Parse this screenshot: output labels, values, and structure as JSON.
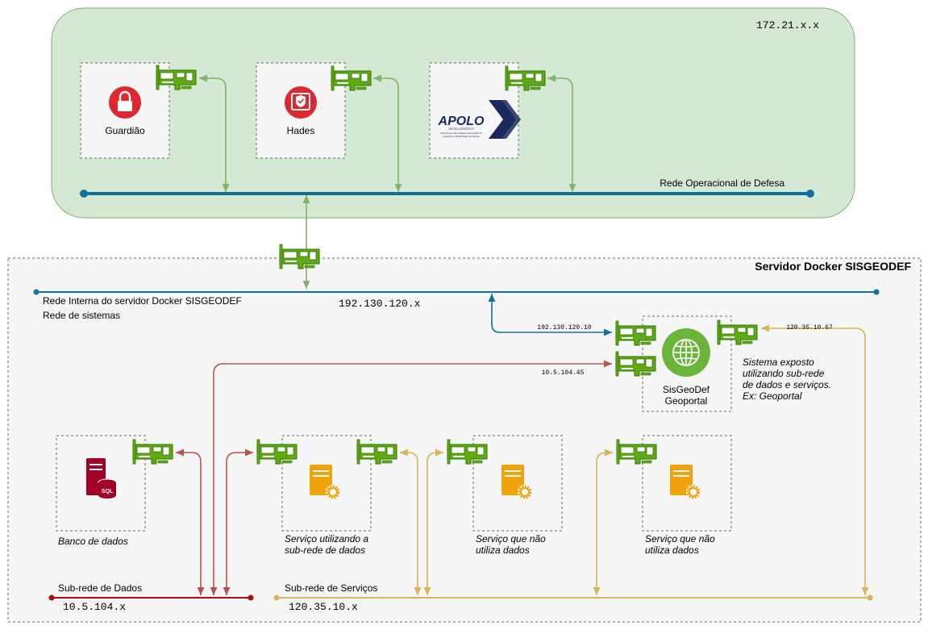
{
  "top_zone": {
    "subnet": "172.21.x.x",
    "network_label": "Rede Operacional de Defesa",
    "systems": [
      {
        "label": "Guardião",
        "icon": "lock-icon",
        "color": "#E0262F"
      },
      {
        "label": "Hades",
        "icon": "shield-check-icon",
        "color": "#E0262F"
      },
      {
        "label": "",
        "icon": "apolo-logo"
      }
    ],
    "apolo_logo": {
      "text": "APOLO",
      "tagline_1": "APOIO LOGÍSTICO",
      "tagline_2": "Sistema de Informações Gerenciais de",
      "tagline_3": "Logística e Mobilização de Defesa"
    }
  },
  "server": {
    "title": "Servidor Docker SISGEODEF",
    "internal_network_label": "Rede Interna do servidor Docker SISGEODEF",
    "systems_network_label": "Rede de sistemas",
    "internal_subnet": "192.130.120.x",
    "geoportal": {
      "label_line1": "SisGeoDef",
      "label_line2": "Geoportal",
      "ip_internal": "192.130.120.10",
      "ip_data": "10.5.104.45",
      "ip_services": "120.35.10.67",
      "note_lines": [
        "Sistema exposto",
        "utilizando sub-rede",
        "de dados e serviços.",
        "Ex: Geoportal"
      ]
    },
    "database": {
      "label": "Banco de dados",
      "icon": "sql-database-icon"
    },
    "services": [
      {
        "label_lines": [
          "Serviço utilizando a",
          "sub-rede de dados"
        ],
        "icon": "server-gear-icon"
      },
      {
        "label_lines": [
          "Serviço que não",
          "utiliza dados"
        ],
        "icon": "server-gear-icon"
      },
      {
        "label_lines": [
          "Serviço que não",
          "utiliza dados"
        ],
        "icon": "server-gear-icon"
      }
    ],
    "data_subnet": {
      "label": "Sub-rede de Dados",
      "cidr": "10.5.104.x"
    },
    "service_subnet": {
      "label": "Sub-rede de Serviços",
      "cidr": "120.35.10.x"
    }
  },
  "colors": {
    "top_zone_fill": "#D5E8D4",
    "top_zone_stroke": "#82B366",
    "network_blue": "#10739E",
    "nic_green": "#60A917",
    "link_green": "#82B366",
    "data_red": "#B85450",
    "data_line_red": "#A50F15",
    "service_gold": "#D6B656",
    "server_orange": "#F0A30A",
    "db_red": "#A20025",
    "globe_green": "#6BB43A"
  }
}
